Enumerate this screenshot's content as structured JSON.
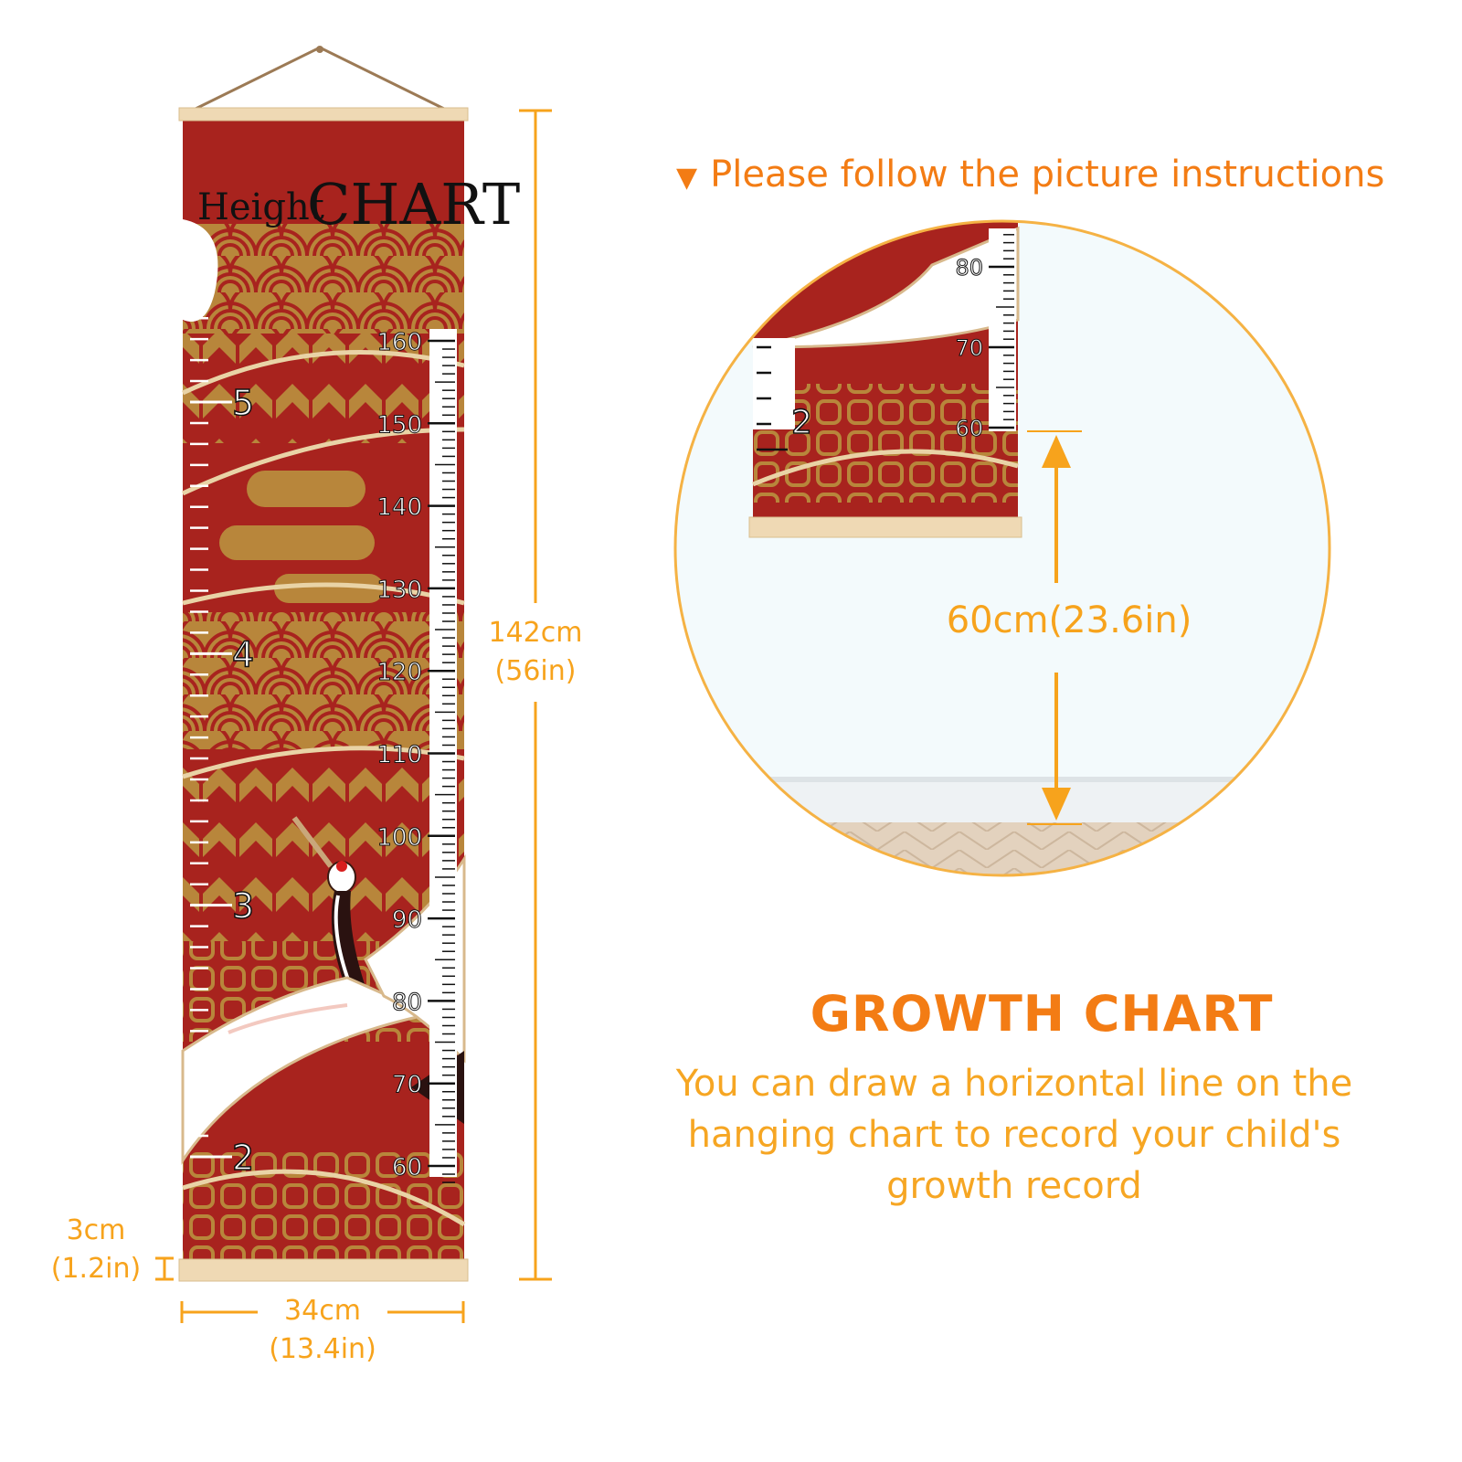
{
  "instruction": {
    "marker": "▼",
    "text": "Please follow the picture instructions"
  },
  "height_chart": {
    "title_small": "Height",
    "title_big": "CHART",
    "cm_labels": [
      "160",
      "150",
      "140",
      "130",
      "120",
      "110",
      "100",
      "90",
      "80",
      "70",
      "60"
    ],
    "ft_labels": [
      "5",
      "4",
      "3",
      "2"
    ]
  },
  "dimensions": {
    "height_cm": "142cm",
    "height_in": "(56in)",
    "width_cm": "34cm",
    "width_in": "(13.4in)",
    "rod_cm": "3cm",
    "rod_in": "(1.2in)"
  },
  "detail": {
    "cm_labels": [
      "80",
      "70",
      "60"
    ],
    "ft_label": "2",
    "offset_label": "60cm(23.6in)"
  },
  "growth": {
    "title": "GROWTH CHART",
    "description": "You can draw a horizontal line on the hanging chart to record your child's growth record"
  },
  "colors": {
    "accent_orange": "#F37C14",
    "dimension_orange": "#F7A31C",
    "chart_red": "#A8231E",
    "chart_gold": "#B8863B",
    "wood": "#EFD9B4"
  }
}
